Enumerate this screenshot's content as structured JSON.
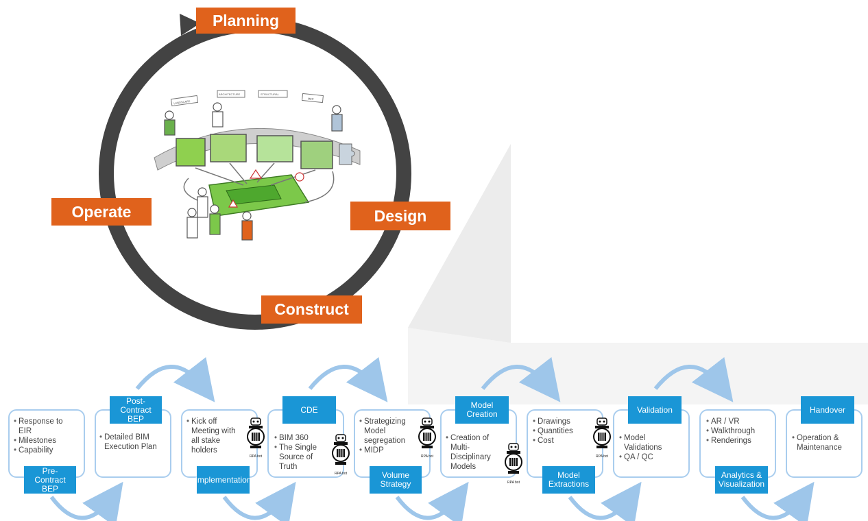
{
  "cycle": {
    "labels": {
      "planning": "Planning",
      "design": "Design",
      "construct": "Construct",
      "operate": "Operate"
    },
    "colors": {
      "ring": "#434343",
      "label_bg": "#e0621c",
      "label_text": "#ffffff"
    },
    "illustration_labels": [
      "LANDSCAPE",
      "ARCHITECTURE",
      "STRUCTURAL",
      "MEP"
    ]
  },
  "workflow": {
    "colors": {
      "tag_bg": "#1a96d6",
      "box_border": "#a9cdee",
      "arrow": "#9ec6ea"
    },
    "bot_label": "RPA bot",
    "stages": [
      {
        "tag": "Pre-Contract BEP",
        "bullets": [
          "Response to EIR",
          "Milestones",
          "Capability"
        ]
      },
      {
        "tag": "Post-Contract BEP",
        "bullets": [
          "Detailed BIM Execution Plan"
        ]
      },
      {
        "tag": "Implementation",
        "bullets": [
          "Kick off Meeting with all stake holders"
        ]
      },
      {
        "tag": "CDE",
        "bullets": [
          "BIM 360",
          "The Single Source of Truth"
        ]
      },
      {
        "tag": "Volume Strategy",
        "bullets": [
          "Strategizing Model segregation",
          "MIDP"
        ]
      },
      {
        "tag": "Model Creation",
        "bullets": [
          "Creation of Multi-Disciplinary Models"
        ]
      },
      {
        "tag": "Model Extractions",
        "bullets": [
          "Drawings",
          "Quantities",
          "Cost"
        ]
      },
      {
        "tag": "Validation",
        "bullets": [
          "Model Validations",
          "QA / QC"
        ]
      },
      {
        "tag": "Analytics & Visualization",
        "bullets": [
          "AR / VR",
          "Walkthrough",
          "Renderings"
        ]
      },
      {
        "tag": "Handover",
        "bullets": [
          "Operation & Maintenance"
        ]
      }
    ]
  }
}
